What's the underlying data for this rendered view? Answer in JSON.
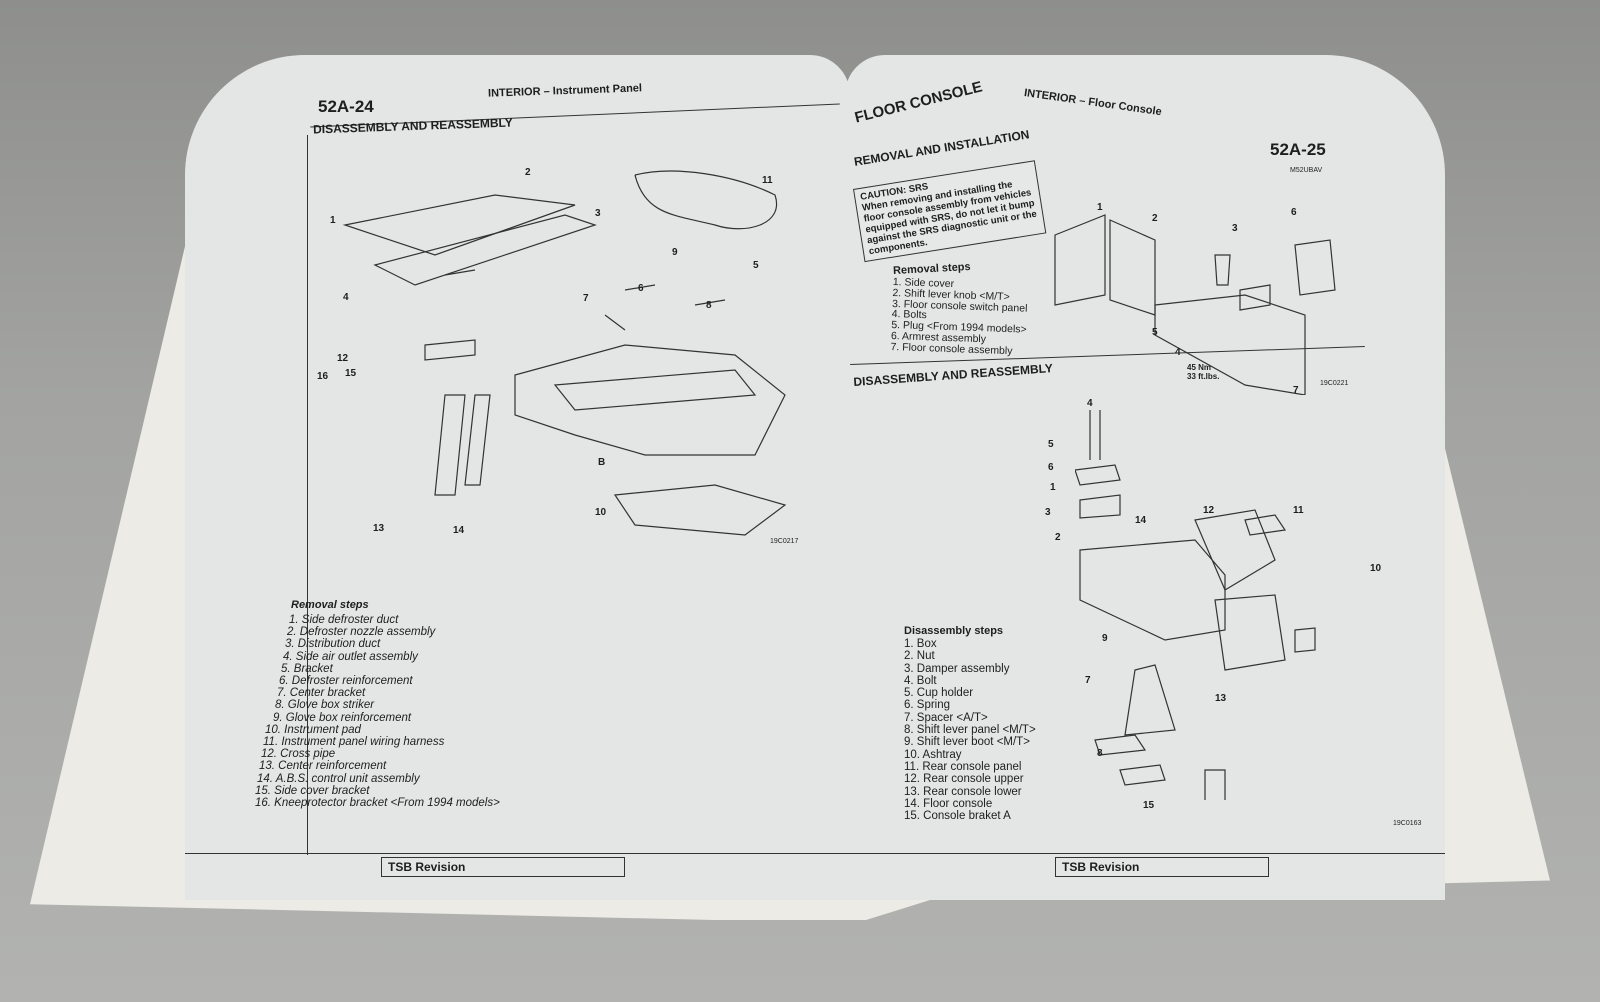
{
  "left_page": {
    "page_number": "52A-24",
    "header": "INTERIOR – Instrument Panel",
    "section_title": "DISASSEMBLY AND REASSEMBLY",
    "figure_code": "19C0217",
    "callouts": [
      "1",
      "2",
      "3",
      "4",
      "5",
      "6",
      "7",
      "8",
      "9",
      "10",
      "11",
      "12",
      "13",
      "14",
      "15",
      "16",
      "B"
    ],
    "removal_steps_title": "Removal steps",
    "removal_steps": [
      "1. Side defroster duct",
      "2. Defroster nozzle assembly",
      "3. Distribution duct",
      "4. Side air outlet assembly",
      "5. Bracket",
      "6. Defroster reinforcement",
      "7. Center bracket",
      "8. Glove box striker",
      "9. Glove box reinforcement",
      "10. Instrument pad",
      "11. Instrument panel wiring harness",
      "12. Cross pipe",
      "13. Center reinforcement",
      "14. A.B.S. control unit assembly",
      "15. Side cover bracket",
      "16. Kneeprotector bracket <From 1994 models>"
    ],
    "footer": "TSB Revision"
  },
  "right_page": {
    "page_number": "52A-25",
    "header": "INTERIOR – Floor Console",
    "chapter_title": "FLOOR CONSOLE",
    "section1_title": "REMOVAL AND INSTALLATION",
    "caution_title": "CAUTION: SRS",
    "caution_text": "When removing and installing the floor console assembly from vehicles equipped with SRS, do not let it bump against the SRS diagnostic unit or the components.",
    "small_code": "M52UBAV",
    "removal_steps_title": "Removal steps",
    "removal_steps": [
      "1. Side cover",
      "2. Shift lever knob <M/T>",
      "3. Floor console switch panel",
      "4. Bolts",
      "5. Plug <From 1994 models>",
      "6. Armrest assembly",
      "7. Floor console assembly"
    ],
    "torque": "45 Nm\n33 ft.lbs.",
    "figure1_code": "19C0221",
    "section2_title": "DISASSEMBLY AND REASSEMBLY",
    "disassembly_steps_title": "Disassembly steps",
    "disassembly_steps": [
      "1. Box",
      "2. Nut",
      "3. Damper assembly",
      "4. Bolt",
      "5. Cup holder",
      "6. Spring",
      "7. Spacer <A/T>",
      "8. Shift lever panel <M/T>",
      "9. Shift lever boot <M/T>",
      "10. Ashtray",
      "11. Rear console panel",
      "12. Rear console upper",
      "13. Rear console lower",
      "14. Floor console",
      "15. Console braket A"
    ],
    "figure2_code": "19C0163",
    "footer": "TSB Revision"
  }
}
